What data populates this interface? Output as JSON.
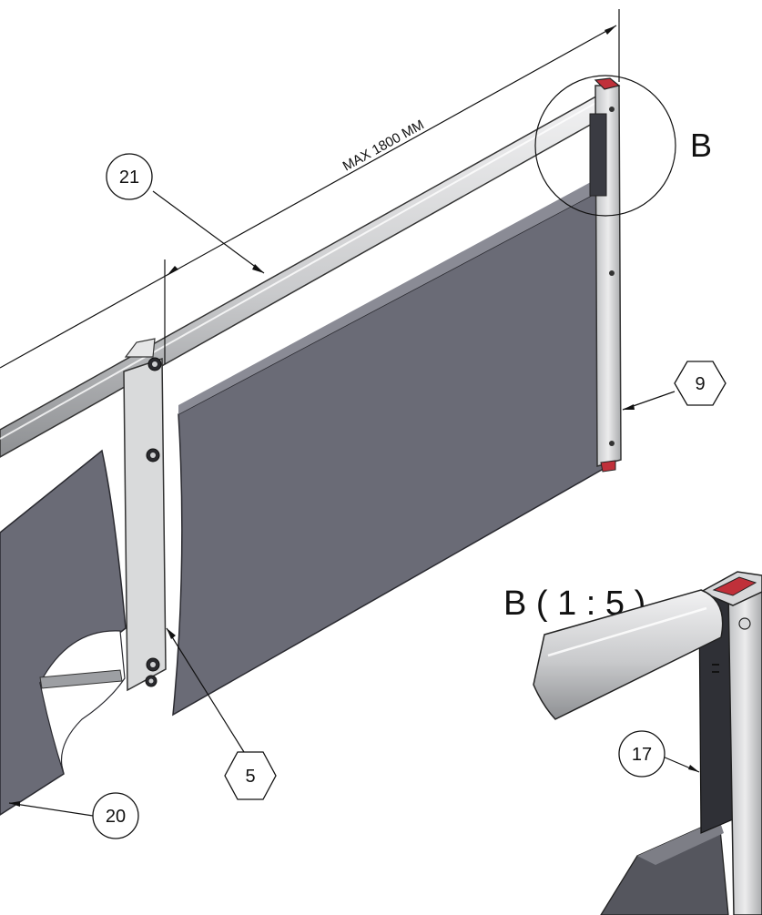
{
  "dimension": {
    "text": "MAX 1800 MM"
  },
  "detail_view": {
    "letter": "B",
    "title": "B ( 1 : 5 )"
  },
  "balloons": {
    "b21": "21",
    "b9": "9",
    "b5": "5",
    "b20": "20",
    "b17": "17"
  },
  "colors": {
    "panel": "#6a6b76",
    "rail": "#d8d9db",
    "cap": "#c0303a"
  }
}
